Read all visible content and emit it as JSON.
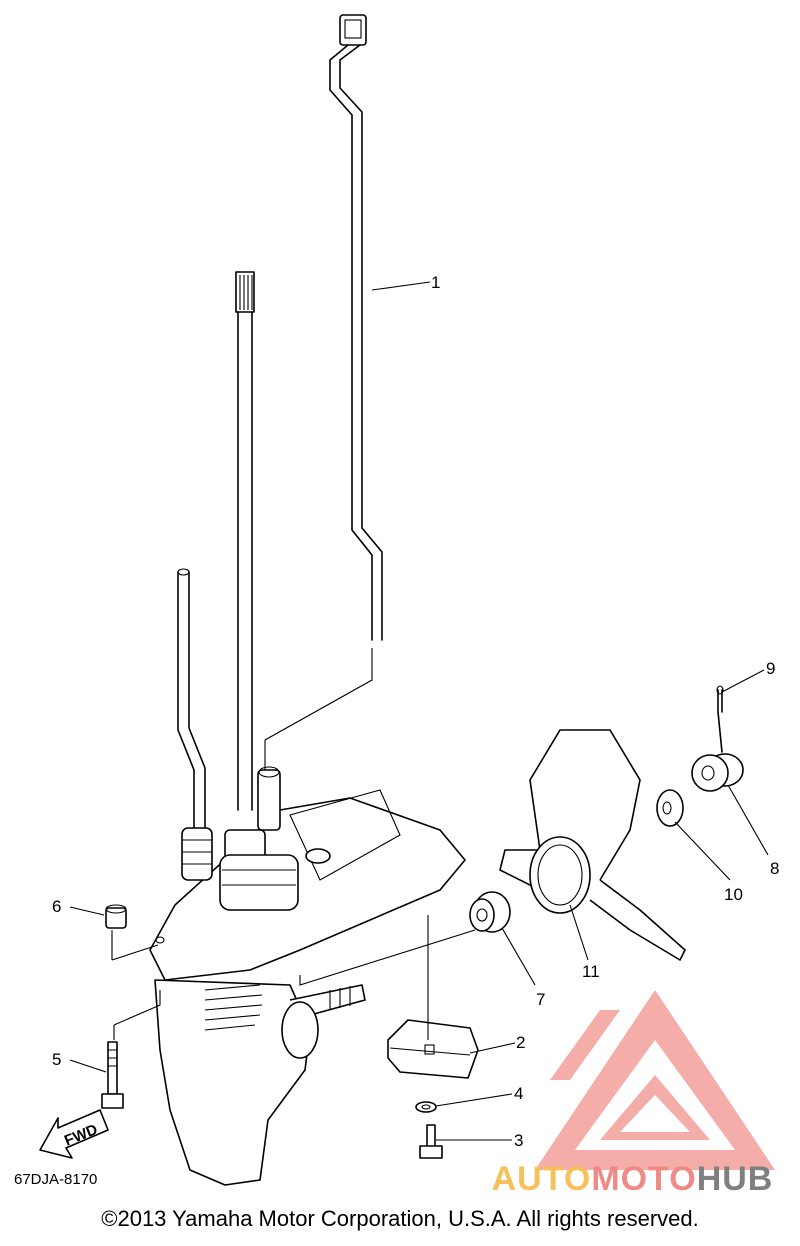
{
  "diagram_code": "67DJA-8170",
  "fwd_label": "FWD",
  "copyright": "©2013 Yamaha Motor Corporation, U.S.A. All rights reserved.",
  "watermark": {
    "part1": "AUTO",
    "part2": "MOTO",
    "part3": "HUB",
    "color_part1": "#f6c05a",
    "color_part2": "#f08a86",
    "color_part3": "#7f7f7f",
    "logo_color": "#f39f9a"
  },
  "callouts": [
    {
      "id": "1",
      "label": "1"
    },
    {
      "id": "2",
      "label": "2"
    },
    {
      "id": "3",
      "label": "3"
    },
    {
      "id": "4",
      "label": "4"
    },
    {
      "id": "5",
      "label": "5"
    },
    {
      "id": "6",
      "label": "6"
    },
    {
      "id": "7",
      "label": "7"
    },
    {
      "id": "8",
      "label": "8"
    },
    {
      "id": "9",
      "label": "9"
    },
    {
      "id": "10",
      "label": "10"
    },
    {
      "id": "11",
      "label": "11"
    }
  ]
}
